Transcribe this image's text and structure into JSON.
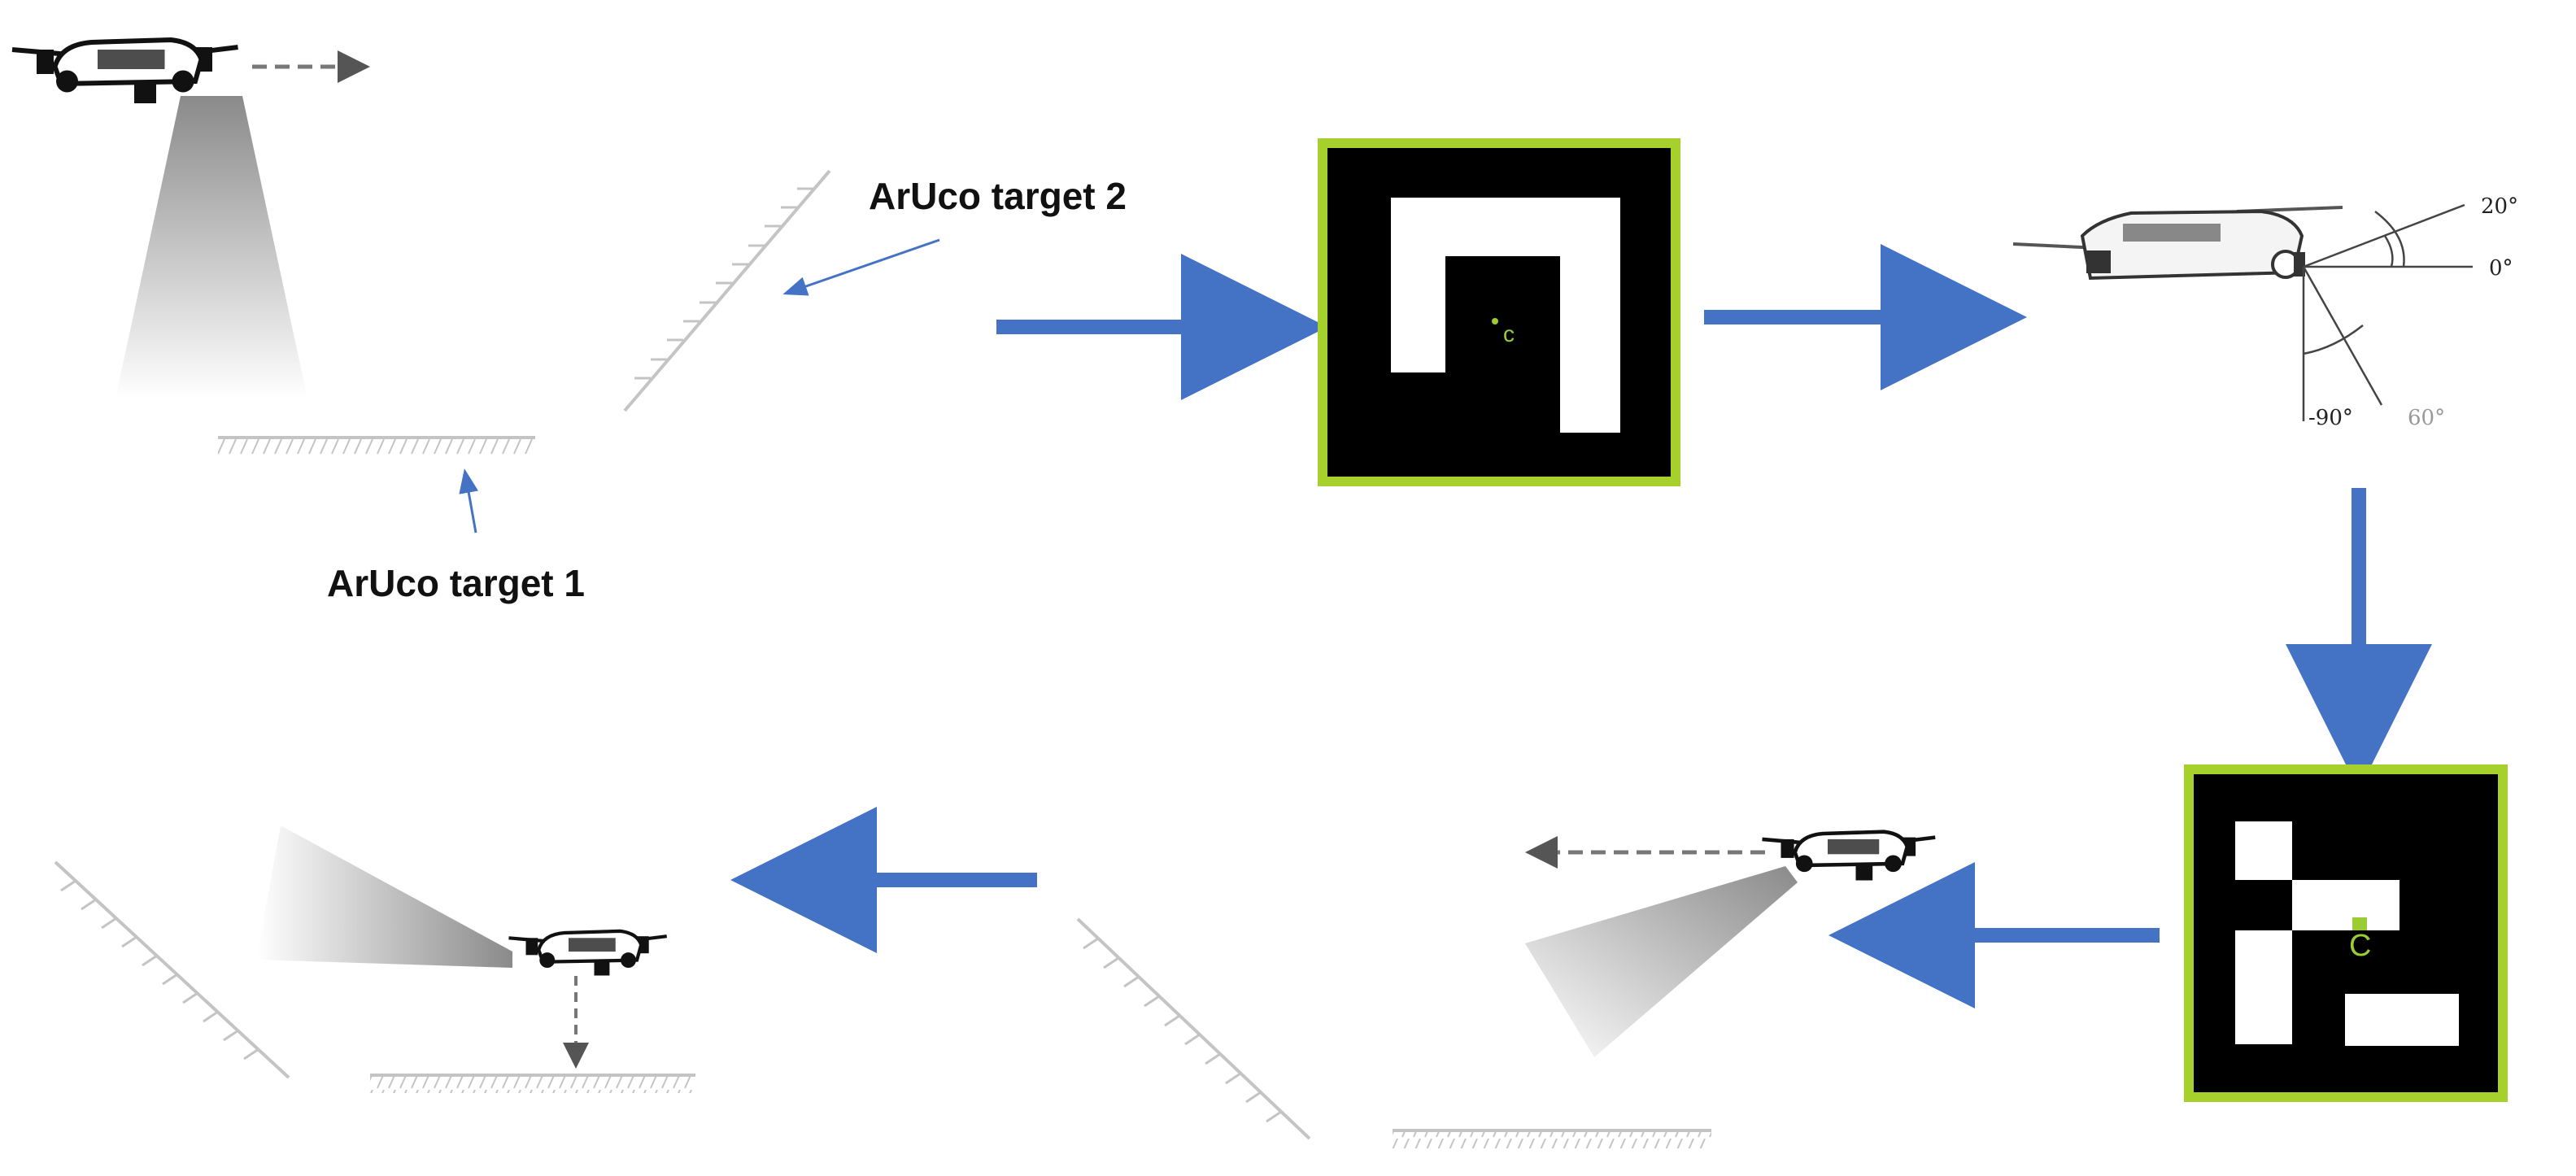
{
  "labels": {
    "target1": "ArUco target 1",
    "target2": "ArUco target 2"
  },
  "gimbal_angles": {
    "a20": "20°",
    "a0": "0°",
    "a_neg90": "-90°",
    "a60": "60°"
  },
  "marker_center_label": "C",
  "marker1_center_label": "c",
  "colors": {
    "flow_arrow": "#4472c4",
    "marker_border": "#a6d12c",
    "marker_center": "#9acd32",
    "hatch": "#bdbdbd"
  },
  "icons": [
    "drone-icon",
    "camera-beam",
    "hatched-surface",
    "aruco-marker",
    "flow-arrow",
    "dashed-motion-arrow"
  ]
}
